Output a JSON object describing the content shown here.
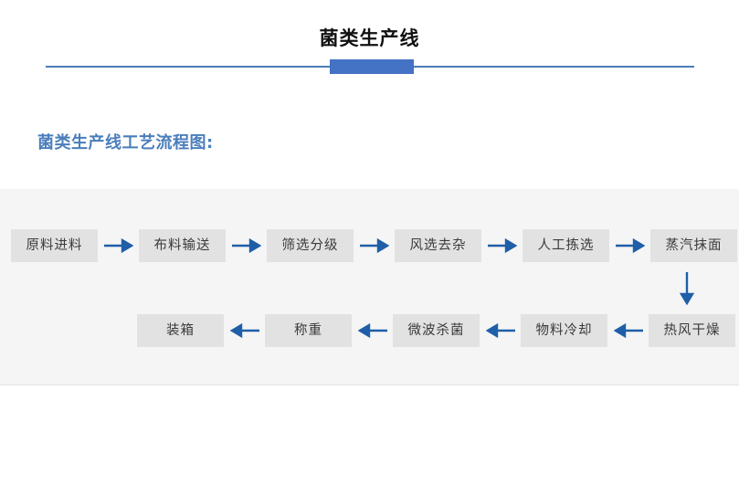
{
  "title": {
    "text": "菌类生产线",
    "rule_color": "#4a7ebb",
    "accent_color": "#4472c4"
  },
  "subtitle": {
    "text": "菌类生产线工艺流程图:",
    "color": "#4a7ebb"
  },
  "flowchart": {
    "panel_background": "#f5f5f5",
    "node_background": "#e2e2e2",
    "node_text_color": "#3a3a3a",
    "arrow_color": "#1f5fa8",
    "row1_direction": "left-to-right",
    "row2_direction": "right-to-left",
    "row1": [
      {
        "label": "原料进料"
      },
      {
        "label": "布料输送"
      },
      {
        "label": "筛选分级"
      },
      {
        "label": "风选去杂"
      },
      {
        "label": "人工拣选"
      },
      {
        "label": "蒸汽抹面"
      }
    ],
    "row2": [
      {
        "label": "装箱"
      },
      {
        "label": "称重"
      },
      {
        "label": "微波杀菌"
      },
      {
        "label": "物料冷却"
      },
      {
        "label": "热风干燥"
      }
    ],
    "connector_down": "down-arrow"
  }
}
